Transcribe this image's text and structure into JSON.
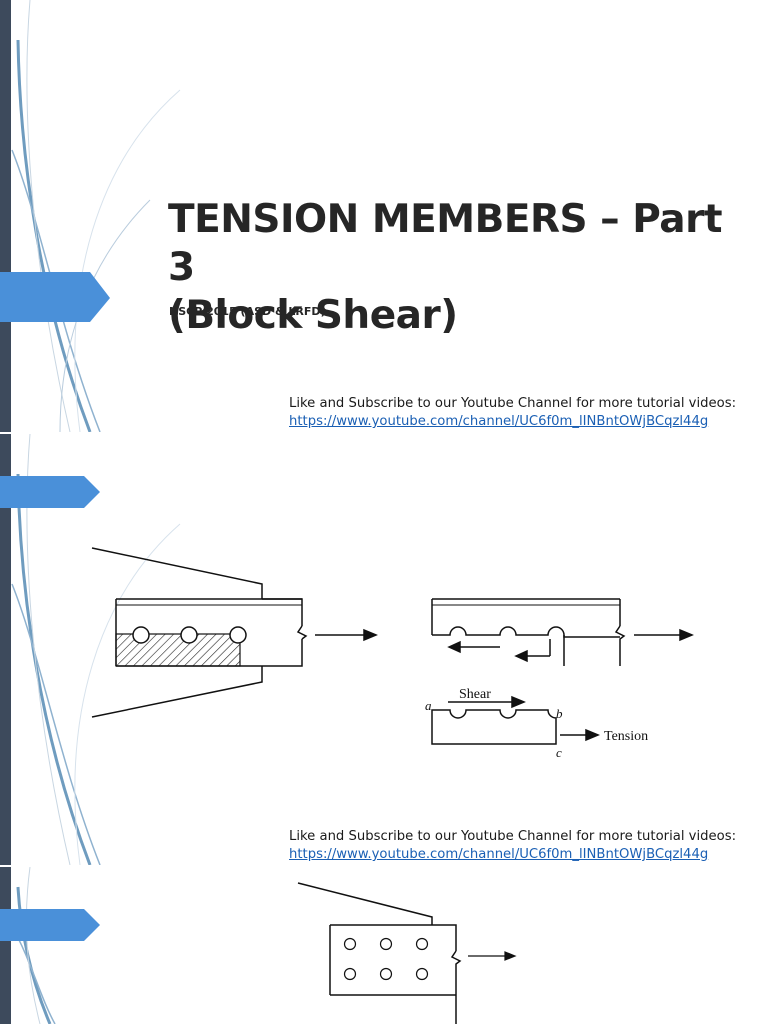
{
  "slide1": {
    "title_line1": "TENSION MEMBERS – Part 3",
    "title_line2": "(Block Shear)",
    "subtitle": "NSCP 2015 (ASD & LRFD)",
    "promo_text": "Like and Subscribe to our Youtube Channel for more tutorial videos:",
    "promo_link": "https://www.youtube.com/channel/UC6f0m_lINBntOWjBCqzl44g"
  },
  "slide2": {
    "figure_labels": {
      "shear": "Shear",
      "tension": "Tension",
      "point_a": "a",
      "point_b": "b",
      "point_c": "c"
    },
    "promo_text": "Like and Subscribe to our Youtube Channel for more tutorial videos:",
    "promo_link": "https://www.youtube.com/channel/UC6f0m_lINBntOWjBCqzl44g"
  },
  "theme": {
    "accent": "#4a90d9",
    "bar": "#3d4a5c",
    "link": "#1a5fb4"
  }
}
